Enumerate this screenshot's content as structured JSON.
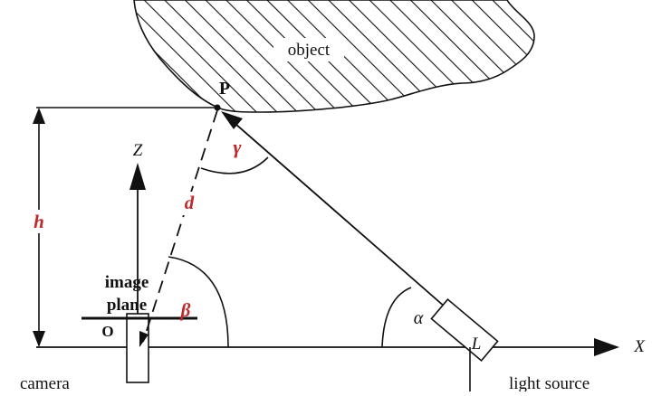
{
  "labels": {
    "object": "object",
    "point": "P",
    "axis_z": "Z",
    "axis_x": "X",
    "height": "h",
    "distance": "d",
    "gamma": "γ",
    "beta": "β",
    "alpha": "α",
    "origin": "O",
    "image_plane_line1": "image",
    "image_plane_line2": "plane",
    "light_label": "L",
    "camera": "camera",
    "light_source": "light source"
  },
  "colors": {
    "ink": "#111111",
    "accent": "#c0282a"
  }
}
